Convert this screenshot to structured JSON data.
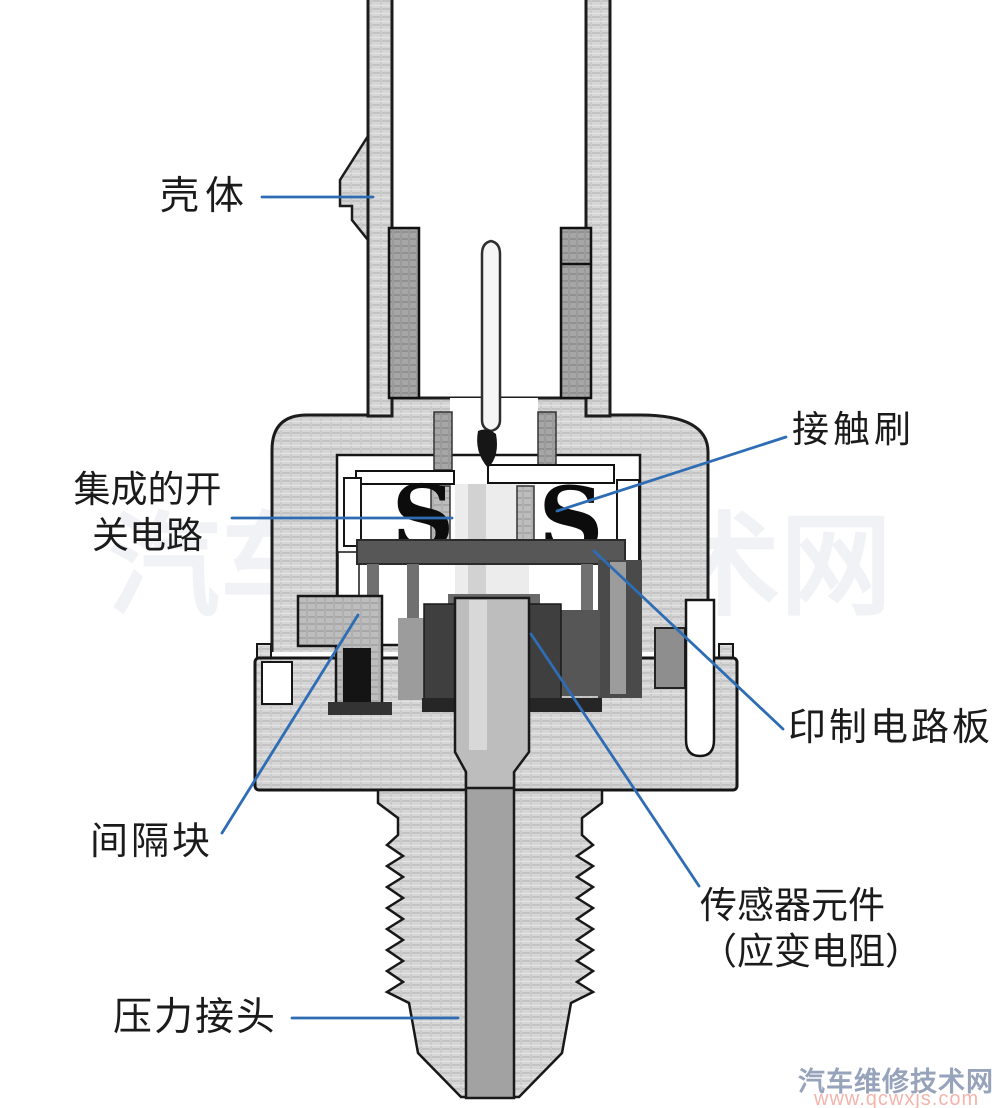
{
  "diagram": {
    "background": "#ffffff",
    "outline_color": "#1c1c1c",
    "leader_color": "#2e6db4",
    "labels": {
      "housing": "壳体",
      "switch_line1": "集成的开",
      "switch_line2": "关电路",
      "contact_brush": "接触刷",
      "pcb": "印制电路板",
      "spacer": "间隔块",
      "sensor_line1": "传感器元件",
      "sensor_line2": "（应变电阻）",
      "pressure_port": "压力接头"
    },
    "watermark": {
      "site_name": "汽车维修技术网",
      "site_url": "www.qcwxjs.com",
      "name_color": "#97a2bb",
      "url_color": "#f3b4ab"
    }
  }
}
